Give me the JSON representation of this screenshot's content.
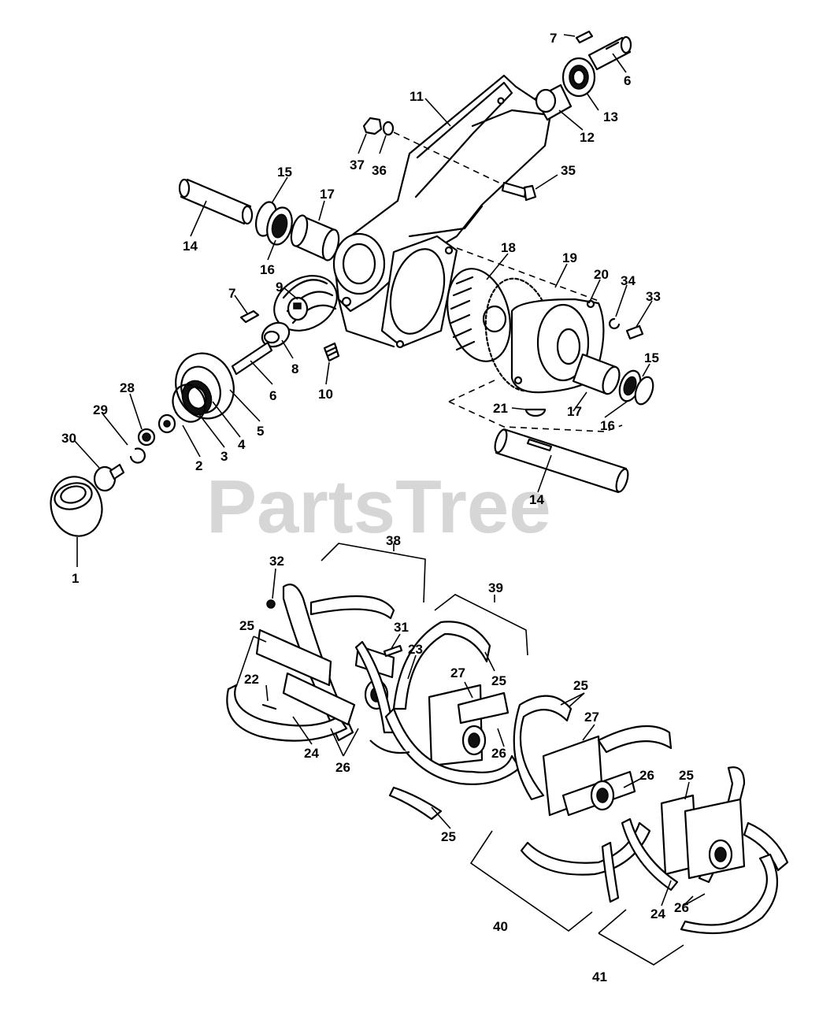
{
  "watermark": "PartsTree",
  "callouts": [
    {
      "id": "c7a",
      "text": "7"
    },
    {
      "id": "c6a",
      "text": "6"
    },
    {
      "id": "c13",
      "text": "13"
    },
    {
      "id": "c12",
      "text": "12"
    },
    {
      "id": "c11",
      "text": "11"
    },
    {
      "id": "c37",
      "text": "37"
    },
    {
      "id": "c36",
      "text": "36"
    },
    {
      "id": "c35",
      "text": "35"
    },
    {
      "id": "c15a",
      "text": "15"
    },
    {
      "id": "c17a",
      "text": "17"
    },
    {
      "id": "c14a",
      "text": "14"
    },
    {
      "id": "c16a",
      "text": "16"
    },
    {
      "id": "c18",
      "text": "18"
    },
    {
      "id": "c19",
      "text": "19"
    },
    {
      "id": "c20",
      "text": "20"
    },
    {
      "id": "c34",
      "text": "34"
    },
    {
      "id": "c33",
      "text": "33"
    },
    {
      "id": "c9",
      "text": "9"
    },
    {
      "id": "c7b",
      "text": "7"
    },
    {
      "id": "c8",
      "text": "8"
    },
    {
      "id": "c10",
      "text": "10"
    },
    {
      "id": "c6b",
      "text": "6"
    },
    {
      "id": "c5",
      "text": "5"
    },
    {
      "id": "c4",
      "text": "4"
    },
    {
      "id": "c3",
      "text": "3"
    },
    {
      "id": "c2",
      "text": "2"
    },
    {
      "id": "c28",
      "text": "28"
    },
    {
      "id": "c29",
      "text": "29"
    },
    {
      "id": "c30",
      "text": "30"
    },
    {
      "id": "c1",
      "text": "1"
    },
    {
      "id": "c15b",
      "text": "15"
    },
    {
      "id": "c21",
      "text": "21"
    },
    {
      "id": "c17b",
      "text": "17"
    },
    {
      "id": "c16b",
      "text": "16"
    },
    {
      "id": "c14b",
      "text": "14"
    },
    {
      "id": "c38",
      "text": "38"
    },
    {
      "id": "c32",
      "text": "32"
    },
    {
      "id": "c39",
      "text": "39"
    },
    {
      "id": "c25a",
      "text": "25"
    },
    {
      "id": "c31",
      "text": "31"
    },
    {
      "id": "c23",
      "text": "23"
    },
    {
      "id": "c22",
      "text": "22"
    },
    {
      "id": "c27a",
      "text": "27"
    },
    {
      "id": "c25b",
      "text": "25"
    },
    {
      "id": "c25c",
      "text": "25"
    },
    {
      "id": "c27b",
      "text": "27"
    },
    {
      "id": "c24a",
      "text": "24"
    },
    {
      "id": "c26a",
      "text": "26"
    },
    {
      "id": "c26b",
      "text": "26"
    },
    {
      "id": "c26c",
      "text": "26"
    },
    {
      "id": "c25d",
      "text": "25"
    },
    {
      "id": "c25e",
      "text": "25"
    },
    {
      "id": "c40",
      "text": "40"
    },
    {
      "id": "c24b",
      "text": "24"
    },
    {
      "id": "c26d",
      "text": "26"
    },
    {
      "id": "c41",
      "text": "41"
    }
  ]
}
